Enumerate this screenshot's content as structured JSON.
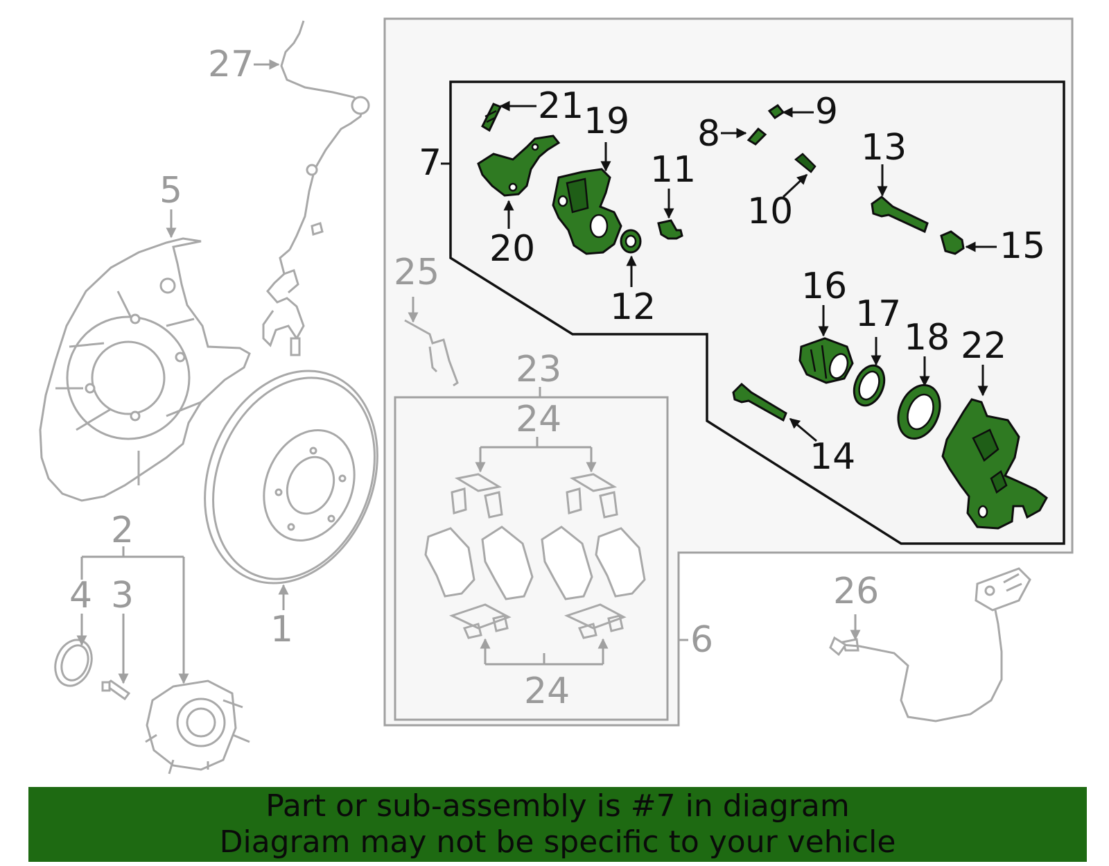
{
  "callouts": {
    "c1": "1",
    "c2": "2",
    "c3": "3",
    "c4": "4",
    "c5": "5",
    "c6": "6",
    "c7": "7",
    "c8": "8",
    "c9": "9",
    "c10": "10",
    "c11": "11",
    "c12": "12",
    "c13": "13",
    "c14": "14",
    "c15": "15",
    "c16": "16",
    "c17": "17",
    "c18": "18",
    "c19": "19",
    "c20": "20",
    "c21": "21",
    "c22": "22",
    "c23": "23",
    "c24a": "24",
    "c24b": "24",
    "c25": "25",
    "c26": "26",
    "c27": "27"
  },
  "banner": {
    "line1": "Part or sub-assembly is #7 in diagram",
    "line2": "Diagram may not be specific to your vehicle"
  },
  "colors": {
    "highlight": "#2f7a22",
    "banner": "#1e6a12",
    "ghost": "#a8a8a8"
  }
}
